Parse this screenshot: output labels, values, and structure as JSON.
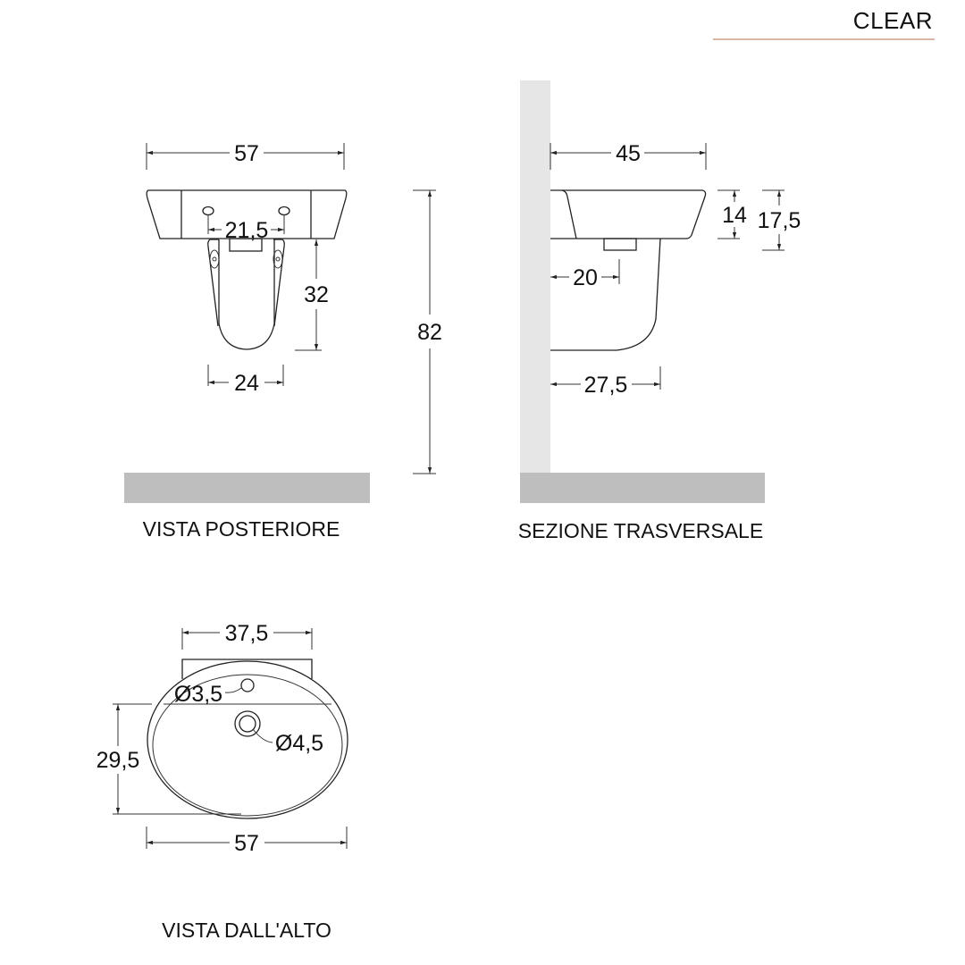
{
  "brand": {
    "name": "CLEAR",
    "underline_color": "#d8b7a8"
  },
  "colors": {
    "floor": "#bebebe",
    "wall": "#e6e6e6",
    "line": "#222222",
    "text": "#111111"
  },
  "views": {
    "rear": {
      "label": "VISTA POSTERIORE",
      "dims": {
        "width": "57",
        "tap_holes_spacing": "21,5",
        "pedestal_height": "32",
        "pedestal_width": "24",
        "total_height": "82"
      }
    },
    "section": {
      "label": "SEZIONE TRASVERSALE",
      "dims": {
        "depth": "45",
        "bowl_height": "14",
        "total_bowl_height": "17,5",
        "drain_offset": "20",
        "pedestal_depth": "27,5"
      }
    },
    "top": {
      "label": "VISTA DALL'ALTO",
      "dims": {
        "back_width": "37,5",
        "depth": "29,5",
        "width": "57",
        "tap_hole_diameter": "Ø3,5",
        "drain_diameter": "Ø4,5"
      }
    }
  }
}
